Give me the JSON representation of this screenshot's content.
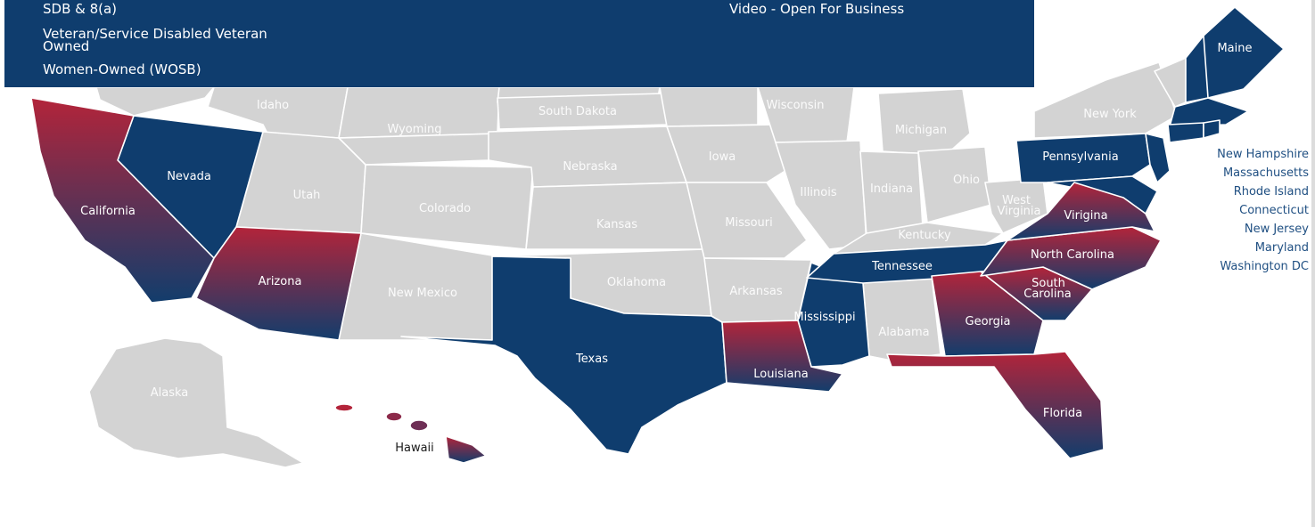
{
  "menu": {
    "sdb": "SDB & 8(a)",
    "veteran_line1": "Veteran/Service Disabled Veteran",
    "veteran_line2": "Owned",
    "wosb": "Women-Owned (WOSB)",
    "video": "Video - Open For Business"
  },
  "colors": {
    "primary": "#0f3d6e",
    "accent": "#b3243a",
    "inactive": "#d3d3d3",
    "link": "#1f4f82"
  },
  "states": {
    "maine": "Maine",
    "new_york": "New York",
    "pennsylvania": "Pennsylvania",
    "michigan": "Michigan",
    "wisconsin": "Wisconsin",
    "ohio": "Ohio",
    "indiana": "Indiana",
    "illinois": "Illinois",
    "west_virginia_1": "West",
    "west_virginia_2": "Virginia",
    "virginia": "Virigina",
    "kentucky": "Kentucky",
    "tennessee": "Tennessee",
    "north_carolina": "North Carolina",
    "south_carolina_1": "South",
    "south_carolina_2": "Carolina",
    "georgia": "Georgia",
    "florida": "Florida",
    "alabama": "Alabama",
    "mississippi": "Mississippi",
    "louisiana": "Louisiana",
    "arkansas": "Arkansas",
    "missouri": "Missouri",
    "iowa": "Iowa",
    "south_dakota": "South Dakota",
    "nebraska": "Nebraska",
    "kansas": "Kansas",
    "oklahoma": "Oklahoma",
    "texas": "Texas",
    "new_mexico": "New Mexico",
    "colorado": "Colorado",
    "wyoming": "Wyoming",
    "idaho": "Idaho",
    "utah": "Utah",
    "arizona": "Arizona",
    "nevada": "Nevada",
    "california": "California",
    "alaska": "Alaska",
    "hawaii": "Hawaii"
  },
  "side_links": [
    "New Hampshire",
    "Massachusetts",
    "Rhode Island",
    "Connecticut",
    "New Jersey",
    "Maryland",
    "Washington DC"
  ]
}
